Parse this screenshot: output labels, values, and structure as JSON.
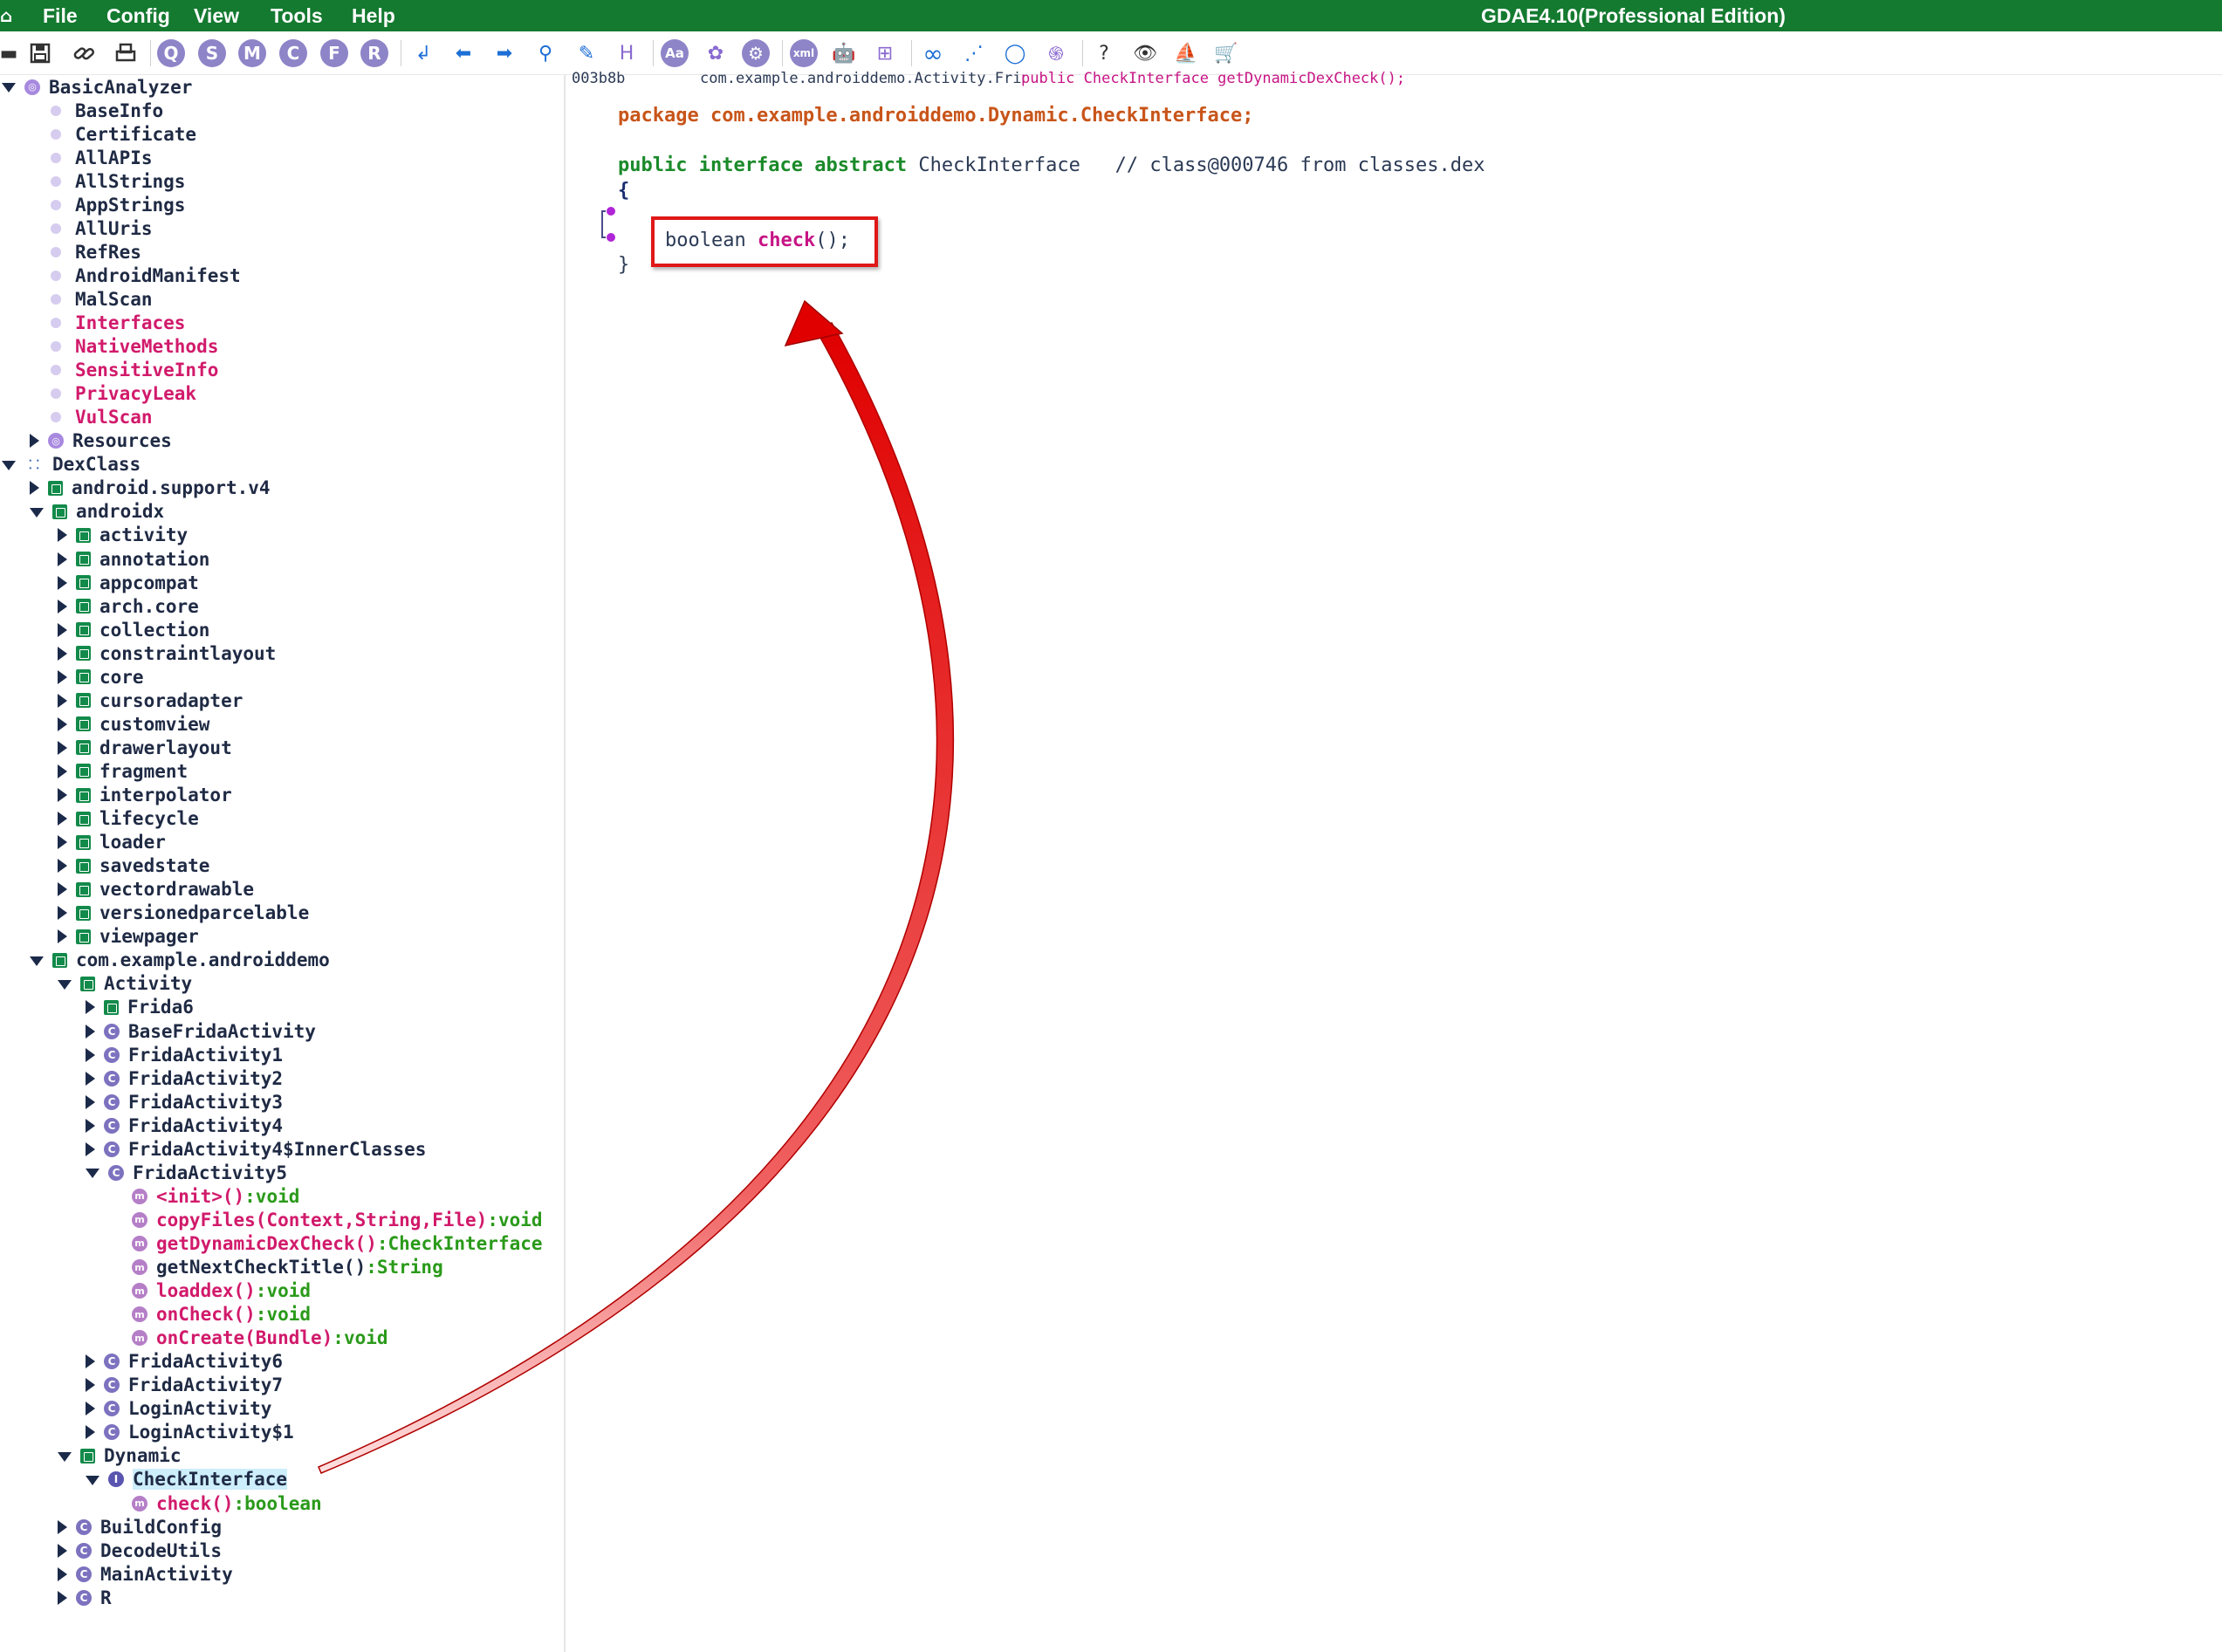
{
  "app": {
    "title": "GDAE4.10(Professional Edition)",
    "logo": "gda-logo-icon"
  },
  "menu": {
    "items": [
      "File",
      "Config",
      "View",
      "Tools",
      "Help"
    ]
  },
  "toolbar": {
    "icons": [
      {
        "name": "open-icon",
        "glyph": "▬"
      },
      {
        "name": "save-icon",
        "glyph": "💾"
      },
      {
        "name": "link-icon",
        "glyph": "🔗"
      },
      {
        "name": "export-icon",
        "glyph": "⎙"
      },
      {
        "name": "search-q-icon",
        "glyph": "Q"
      },
      {
        "name": "search-s-icon",
        "glyph": "S"
      },
      {
        "name": "search-m-icon",
        "glyph": "M"
      },
      {
        "name": "search-c-icon",
        "glyph": "C"
      },
      {
        "name": "search-f-icon",
        "glyph": "F"
      },
      {
        "name": "search-r-icon",
        "glyph": "R"
      },
      {
        "name": "jump-icon",
        "glyph": "↲"
      },
      {
        "name": "back-arrow-icon",
        "glyph": "⬅"
      },
      {
        "name": "forward-arrow-icon",
        "glyph": "➡"
      },
      {
        "name": "pin-icon",
        "glyph": "⚲"
      },
      {
        "name": "edit-icon",
        "glyph": "✎"
      },
      {
        "name": "hex-h-icon",
        "glyph": "H"
      },
      {
        "name": "string-aa-icon",
        "glyph": "Aa"
      },
      {
        "name": "palette-icon",
        "glyph": "✿"
      },
      {
        "name": "settings-circle-icon",
        "glyph": "⚙"
      },
      {
        "name": "xml-icon",
        "glyph": "xml"
      },
      {
        "name": "android-icon",
        "glyph": "🤖"
      },
      {
        "name": "windows-icon",
        "glyph": "⊞"
      },
      {
        "name": "infinity-icon",
        "glyph": "∞"
      },
      {
        "name": "graph-icon",
        "glyph": "⋰"
      },
      {
        "name": "ring-icon",
        "glyph": "◯"
      },
      {
        "name": "fingerprint-icon",
        "glyph": "֍"
      },
      {
        "name": "help-icon",
        "glyph": "?"
      },
      {
        "name": "eye-icon",
        "glyph": "👁"
      },
      {
        "name": "ship-icon",
        "glyph": "⛵"
      },
      {
        "name": "cart-icon",
        "glyph": "🛒"
      }
    ]
  },
  "tree": {
    "nodes": [
      {
        "label": "BasicAnalyzer",
        "depth": 0,
        "caret": "down",
        "icon": "root"
      },
      {
        "label": "BaseInfo",
        "depth": 1,
        "caret": "none",
        "icon": "dot"
      },
      {
        "label": "Certificate",
        "depth": 1,
        "caret": "none",
        "icon": "dot"
      },
      {
        "label": "AllAPIs",
        "depth": 1,
        "caret": "none",
        "icon": "dot"
      },
      {
        "label": "AllStrings",
        "depth": 1,
        "caret": "none",
        "icon": "dot"
      },
      {
        "label": "AppStrings",
        "depth": 1,
        "caret": "none",
        "icon": "dot"
      },
      {
        "label": "AllUris",
        "depth": 1,
        "caret": "none",
        "icon": "dot"
      },
      {
        "label": "RefRes",
        "depth": 1,
        "caret": "none",
        "icon": "dot"
      },
      {
        "label": "AndroidManifest",
        "depth": 1,
        "caret": "none",
        "icon": "dot"
      },
      {
        "label": "MalScan",
        "depth": 1,
        "caret": "none",
        "icon": "dot"
      },
      {
        "label": "Interfaces",
        "depth": 1,
        "caret": "none",
        "icon": "dot",
        "color": "pink"
      },
      {
        "label": "NativeMethods",
        "depth": 1,
        "caret": "none",
        "icon": "dot",
        "color": "pink"
      },
      {
        "label": "SensitiveInfo",
        "depth": 1,
        "caret": "none",
        "icon": "dot",
        "color": "pink"
      },
      {
        "label": "PrivacyLeak",
        "depth": 1,
        "caret": "none",
        "icon": "dot",
        "color": "pink"
      },
      {
        "label": "VulScan",
        "depth": 1,
        "caret": "none",
        "icon": "dot",
        "color": "pink"
      },
      {
        "label": "Resources",
        "depth": 1,
        "caret": "right",
        "icon": "root"
      },
      {
        "label": "DexClass",
        "depth": 0,
        "caret": "down",
        "icon": "dex"
      },
      {
        "label": "android.support.v4",
        "depth": 1,
        "caret": "right",
        "icon": "pkg"
      },
      {
        "label": "androidx",
        "depth": 1,
        "caret": "down",
        "icon": "pkg"
      },
      {
        "label": "activity",
        "depth": 2,
        "caret": "right",
        "icon": "pkg"
      },
      {
        "label": "annotation",
        "depth": 2,
        "caret": "right",
        "icon": "pkg"
      },
      {
        "label": "appcompat",
        "depth": 2,
        "caret": "right",
        "icon": "pkg"
      },
      {
        "label": "arch.core",
        "depth": 2,
        "caret": "right",
        "icon": "pkg"
      },
      {
        "label": "collection",
        "depth": 2,
        "caret": "right",
        "icon": "pkg"
      },
      {
        "label": "constraintlayout",
        "depth": 2,
        "caret": "right",
        "icon": "pkg"
      },
      {
        "label": "core",
        "depth": 2,
        "caret": "right",
        "icon": "pkg"
      },
      {
        "label": "cursoradapter",
        "depth": 2,
        "caret": "right",
        "icon": "pkg"
      },
      {
        "label": "customview",
        "depth": 2,
        "caret": "right",
        "icon": "pkg"
      },
      {
        "label": "drawerlayout",
        "depth": 2,
        "caret": "right",
        "icon": "pkg"
      },
      {
        "label": "fragment",
        "depth": 2,
        "caret": "right",
        "icon": "pkg"
      },
      {
        "label": "interpolator",
        "depth": 2,
        "caret": "right",
        "icon": "pkg"
      },
      {
        "label": "lifecycle",
        "depth": 2,
        "caret": "right",
        "icon": "pkg"
      },
      {
        "label": "loader",
        "depth": 2,
        "caret": "right",
        "icon": "pkg"
      },
      {
        "label": "savedstate",
        "depth": 2,
        "caret": "right",
        "icon": "pkg"
      },
      {
        "label": "vectordrawable",
        "depth": 2,
        "caret": "right",
        "icon": "pkg"
      },
      {
        "label": "versionedparcelable",
        "depth": 2,
        "caret": "right",
        "icon": "pkg"
      },
      {
        "label": "viewpager",
        "depth": 2,
        "caret": "right",
        "icon": "pkg"
      },
      {
        "label": "com.example.androiddemo",
        "depth": 1,
        "caret": "down",
        "icon": "pkg"
      },
      {
        "label": "Activity",
        "depth": 2,
        "caret": "down",
        "icon": "pkg"
      },
      {
        "label": "Frida6",
        "depth": 3,
        "caret": "right",
        "icon": "pkg"
      },
      {
        "label": "BaseFridaActivity",
        "depth": 3,
        "caret": "right",
        "icon": "cls"
      },
      {
        "label": "FridaActivity1",
        "depth": 3,
        "caret": "right",
        "icon": "cls"
      },
      {
        "label": "FridaActivity2",
        "depth": 3,
        "caret": "right",
        "icon": "cls"
      },
      {
        "label": "FridaActivity3",
        "depth": 3,
        "caret": "right",
        "icon": "cls"
      },
      {
        "label": "FridaActivity4",
        "depth": 3,
        "caret": "right",
        "icon": "cls"
      },
      {
        "label": "FridaActivity4$InnerClasses",
        "depth": 3,
        "caret": "right",
        "icon": "cls"
      },
      {
        "label": "FridaActivity5",
        "depth": 3,
        "caret": "down",
        "icon": "cls"
      },
      {
        "label": "<init>()",
        "ret": ":void",
        "depth": 4,
        "caret": "none",
        "icon": "meth"
      },
      {
        "label": "copyFiles(Context,String,File)",
        "ret": ":void",
        "depth": 4,
        "caret": "none",
        "icon": "meth"
      },
      {
        "label": "getDynamicDexCheck()",
        "ret": ":CheckInterface",
        "depth": 4,
        "caret": "none",
        "icon": "meth"
      },
      {
        "label": "getNextCheckTitle()",
        "ret": ":String",
        "depth": 4,
        "caret": "none",
        "icon": "meth",
        "plain": true
      },
      {
        "label": "loaddex()",
        "ret": ":void",
        "depth": 4,
        "caret": "none",
        "icon": "meth"
      },
      {
        "label": "onCheck()",
        "ret": ":void",
        "depth": 4,
        "caret": "none",
        "icon": "meth"
      },
      {
        "label": "onCreate(Bundle)",
        "ret": ":void",
        "depth": 4,
        "caret": "none",
        "icon": "meth"
      },
      {
        "label": "FridaActivity6",
        "depth": 3,
        "caret": "right",
        "icon": "cls"
      },
      {
        "label": "FridaActivity7",
        "depth": 3,
        "caret": "right",
        "icon": "cls"
      },
      {
        "label": "LoginActivity",
        "depth": 3,
        "caret": "right",
        "icon": "cls"
      },
      {
        "label": "LoginActivity$1",
        "depth": 3,
        "caret": "right",
        "icon": "cls"
      },
      {
        "label": "Dynamic",
        "depth": 2,
        "caret": "down",
        "icon": "pkg"
      },
      {
        "label": "CheckInterface",
        "depth": 3,
        "caret": "down",
        "icon": "iface",
        "selected": true
      },
      {
        "label": "check()",
        "ret": ":boolean",
        "depth": 4,
        "caret": "none",
        "icon": "meth"
      },
      {
        "label": "BuildConfig",
        "depth": 2,
        "caret": "right",
        "icon": "cls"
      },
      {
        "label": "DecodeUtils",
        "depth": 2,
        "caret": "right",
        "icon": "cls"
      },
      {
        "label": "MainActivity",
        "depth": 2,
        "caret": "right",
        "icon": "cls"
      },
      {
        "label": "R",
        "depth": 2,
        "caret": "right",
        "icon": "cls"
      }
    ]
  },
  "editor": {
    "address": "003b8b",
    "path": "com.example.androiddemo.Activity.FridaActivity5",
    "signature": "public CheckInterface getDynamicDexCheck();",
    "code": {
      "package_kw": "package",
      "package_name": "com.example.androiddemo.Dynamic.CheckInterface;",
      "kw_public": "public",
      "kw_interface": "interface",
      "kw_abstract": "abstract",
      "class_name": "CheckInterface",
      "comment": "// class@000746 from classes.dex",
      "open_brace": "{",
      "method_type": "boolean",
      "method_name": "check",
      "method_tail": "();",
      "close_brace": "}"
    }
  },
  "colors": {
    "menubar": "#147a30",
    "annotation_red": "#e01818",
    "selected_bg": "#cdeefb"
  }
}
